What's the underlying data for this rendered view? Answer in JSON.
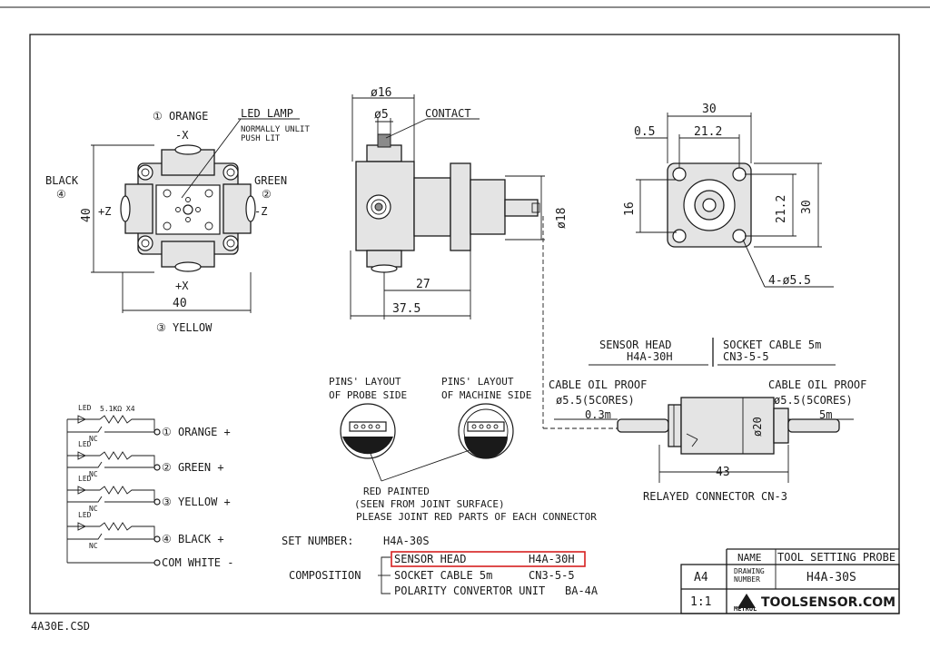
{
  "probe": {
    "led_lamp": "LED LAMP",
    "normally_unlit": "NORMALLY UNLIT",
    "push_lit": "PUSH LIT",
    "orange": "① ORANGE",
    "minus_x": "-X",
    "plus_x": "+X",
    "black": "BLACK",
    "black_num": "④",
    "green": "GREEN",
    "green_num": "②",
    "plus_z": "+Z",
    "minus_z": "-Z",
    "dim_40_v": "40",
    "dim_40_h": "40",
    "yellow": "③ YELLOW"
  },
  "side": {
    "phi16": "ø16",
    "phi5": "ø5",
    "contact": "CONTACT",
    "phi18": "ø18",
    "dim_27": "27",
    "dim_37_5": "37.5"
  },
  "rear": {
    "dim_30": "30",
    "dim_0_5": "0.5",
    "dim_21_2_h": "21.2",
    "dim_16": "16",
    "dim_21_2_v": "21.2",
    "dim_30_v": "30",
    "holes": "4-ø5.5"
  },
  "cable": {
    "sensor_head": "SENSOR HEAD",
    "sensor_model": "H4A-30H",
    "socket_cable": "SOCKET CABLE 5m",
    "socket_model": "CN3-5-5",
    "oil_left": "CABLE OIL PROOF",
    "cores_left": "ø5.5(5CORES)",
    "len_left": "0.3m",
    "oil_right": "CABLE OIL PROOF",
    "cores_right": "ø5.5(5CORES)",
    "len_right": "5m",
    "phi20": "ø20",
    "dim_43": "43",
    "relayed": "RELAYED CONNECTOR CN-3"
  },
  "pins": {
    "probe_side_1": "PINS' LAYOUT",
    "probe_side_2": "OF PROBE SIDE",
    "machine_side_1": "PINS' LAYOUT",
    "machine_side_2": "OF MACHINE SIDE",
    "red_painted": "RED PAINTED",
    "seen_from": "(SEEN FROM JOINT SURFACE)",
    "please_joint": "PLEASE JOINT RED PARTS OF EACH CONNECTOR"
  },
  "circuit": {
    "led": "LED",
    "nc": "NC",
    "resistor": "5.1KΩ X4",
    "wires": [
      "① ORANGE +",
      "② GREEN  +",
      "③ YELLOW +",
      "④ BLACK  +",
      "COM WHITE -"
    ]
  },
  "set": {
    "label": "SET NUMBER:",
    "value": "H4A-30S",
    "composition": "COMPOSITION",
    "items": [
      {
        "name": "SENSOR HEAD",
        "code": "H4A-30H"
      },
      {
        "name": "SOCKET CABLE 5m",
        "code": "CN3-5-5"
      },
      {
        "name": "POLARITY CONVERTOR UNIT",
        "code": "BA-4A"
      }
    ]
  },
  "title_block": {
    "size": "A4",
    "scale": "1:1",
    "name_label": "NAME",
    "name_value": "TOOL SETTING PROBE",
    "drawing_label_1": "DRAWING",
    "drawing_label_2": "NUMBER",
    "drawing_value": "H4A-30S",
    "brand": "METROL",
    "company": "TOOLSENSOR.COM"
  },
  "file_name": "4A30E.CSD",
  "colors": {
    "highlight": "#d62020",
    "ink": "#1a1a1a",
    "part_fill": "#e4e4e4"
  }
}
